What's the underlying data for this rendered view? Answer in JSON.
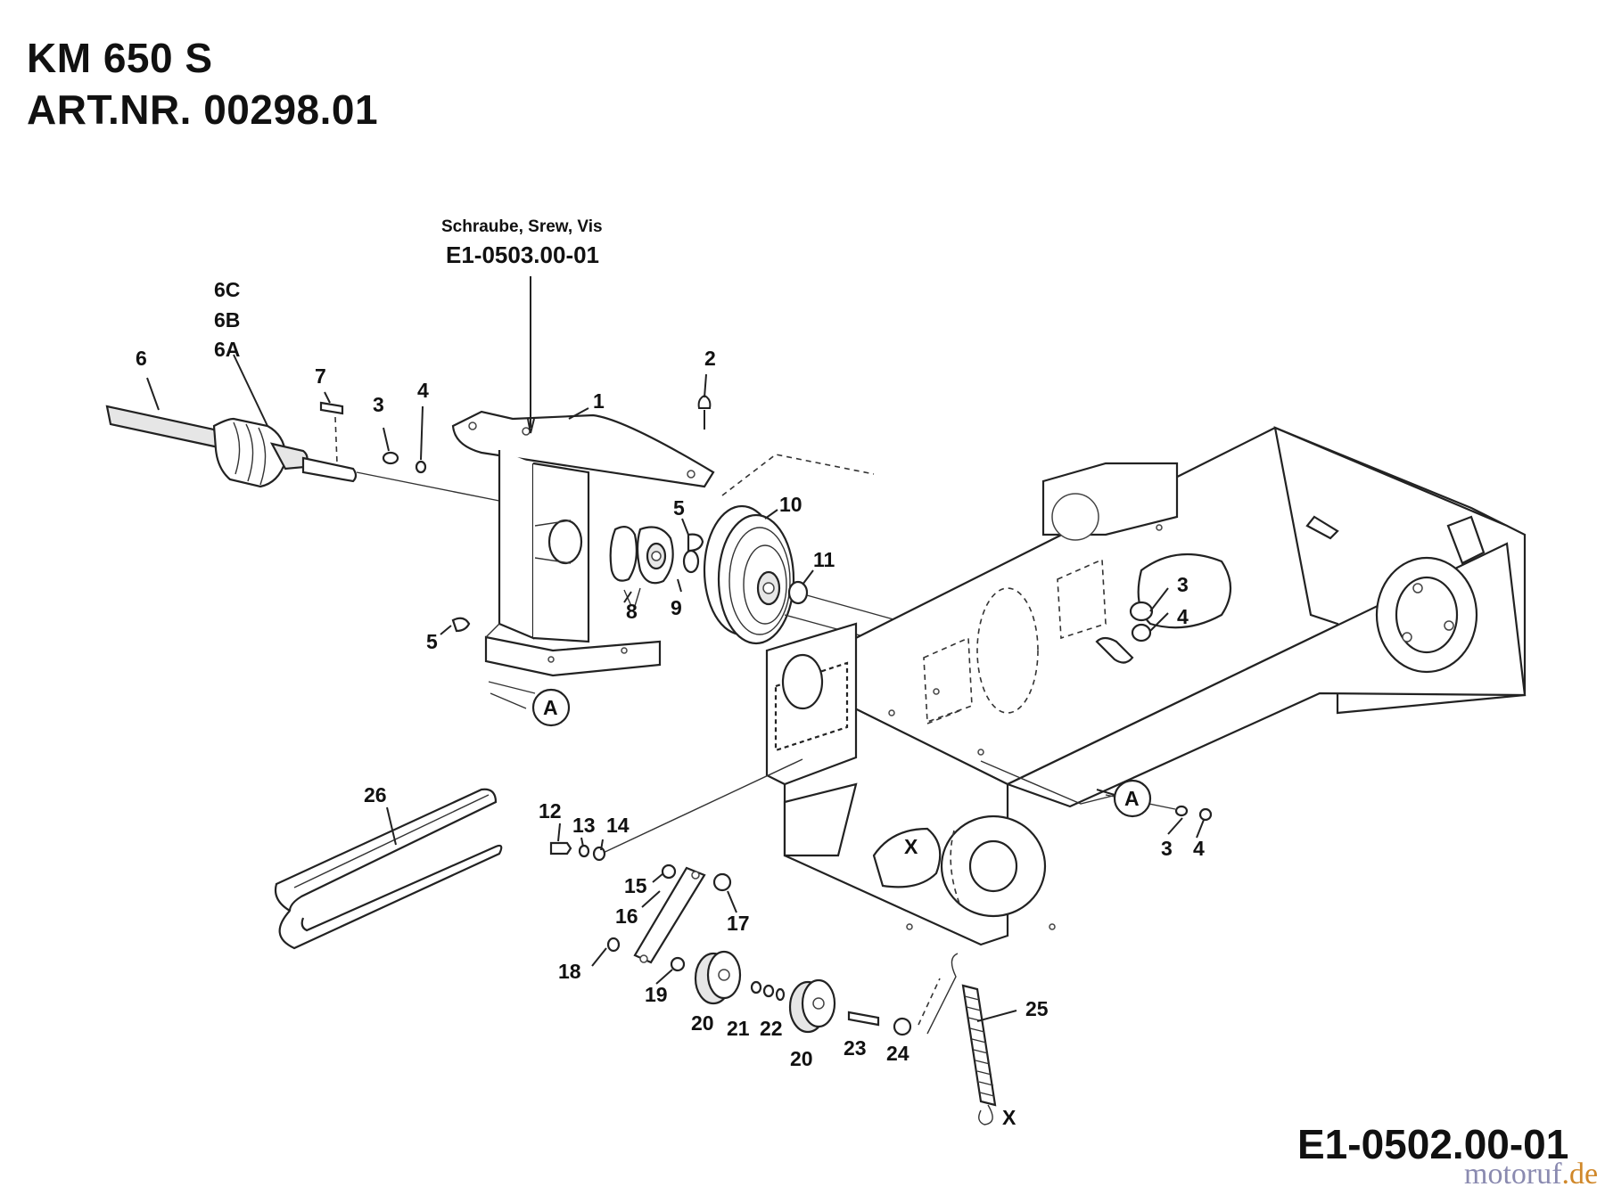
{
  "header": {
    "model": "KM 650 S",
    "art_nr": "ART.NR. 00298.01"
  },
  "diagram": {
    "screw_note": "Schraube, Srew, Vis",
    "screw_ref": "E1-0503.00-01",
    "drawing_number": "E1-0502.00-01",
    "labels": {
      "p1": "1",
      "p2": "2",
      "p3a": "3",
      "p3b": "3",
      "p3c": "3",
      "p4a": "4",
      "p4b": "4",
      "p4c": "4",
      "p5a": "5",
      "p5b": "5",
      "p6": "6",
      "p6a": "6A",
      "p6b": "6B",
      "p6c": "6C",
      "p7": "7",
      "p8": "8",
      "p9": "9",
      "p10": "10",
      "p11": "11",
      "p12": "12",
      "p13": "13",
      "p14": "14",
      "p15": "15",
      "p16": "16",
      "p17": "17",
      "p18": "18",
      "p19": "19",
      "p20a": "20",
      "p20b": "20",
      "p21": "21",
      "p22": "22",
      "p23": "23",
      "p24": "24",
      "p25": "25",
      "p26": "26",
      "refA1": "A",
      "refA2": "A",
      "xa": "X",
      "xb": "X"
    }
  },
  "watermark": {
    "brand": "motoruf",
    "suffix": ".de"
  }
}
